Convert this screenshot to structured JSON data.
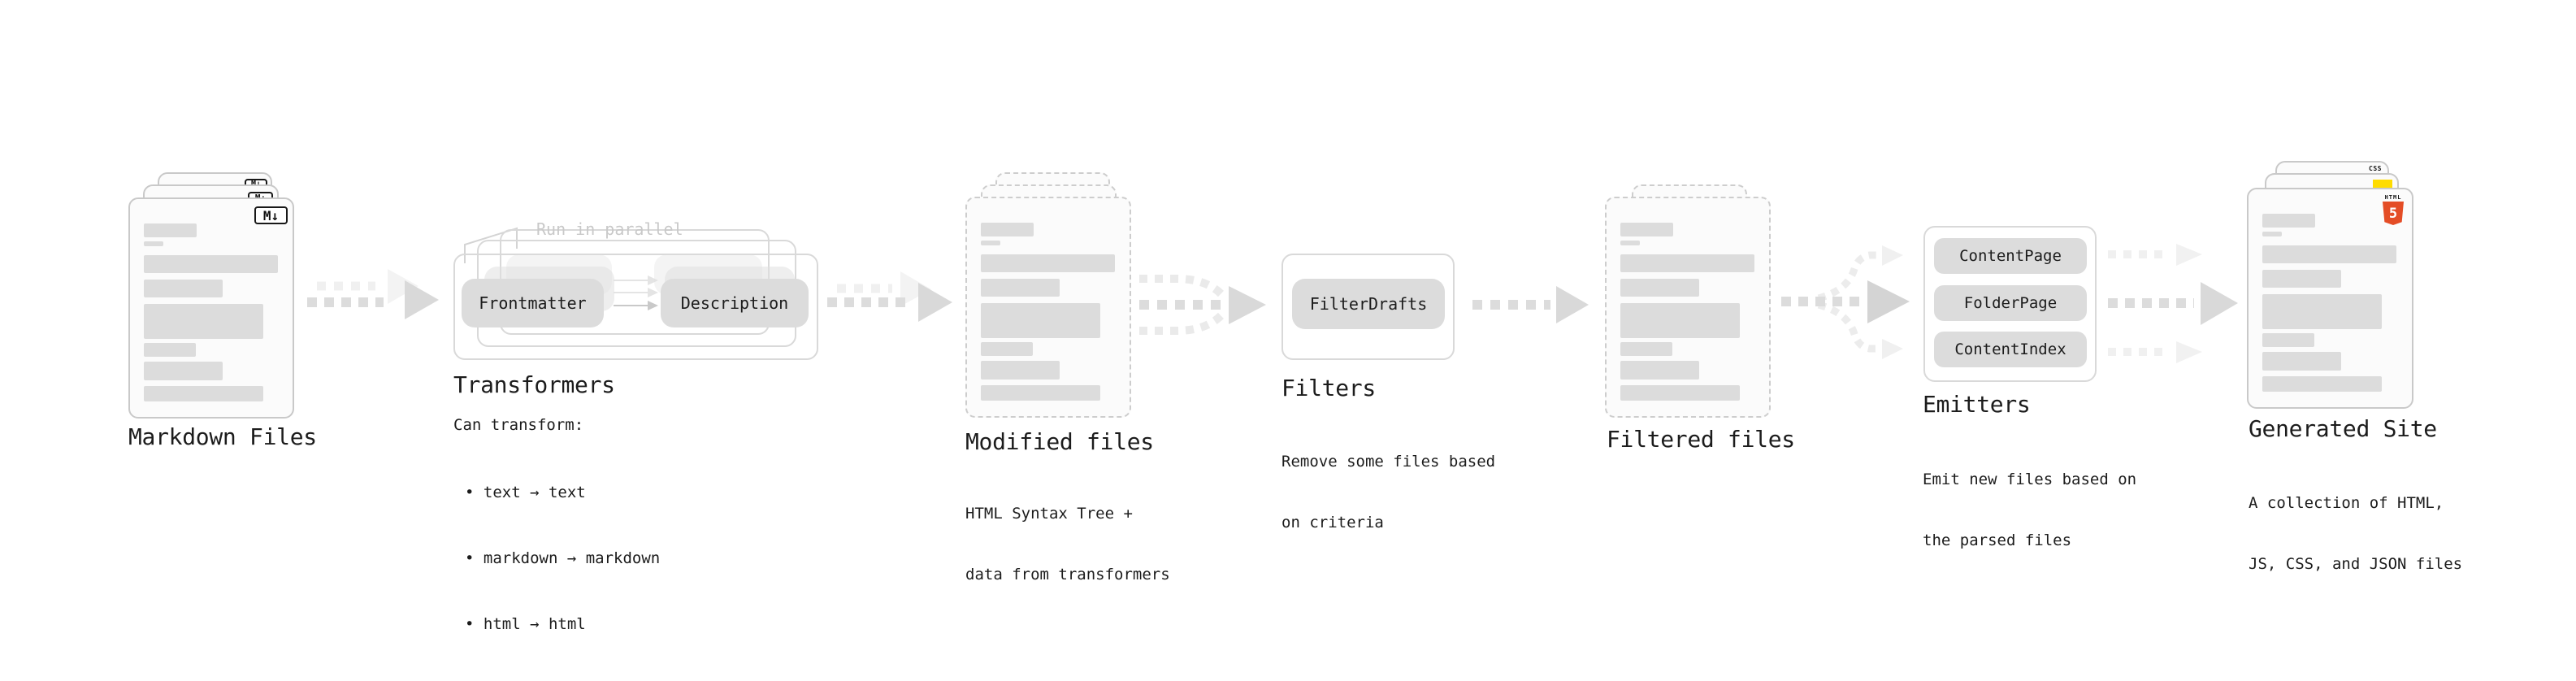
{
  "diagram": {
    "markdown": {
      "title": "Markdown Files"
    },
    "transformers": {
      "title": "Transformers",
      "annotation": "Run in parallel",
      "chips": [
        {
          "label": "Frontmatter"
        },
        {
          "label": "Description"
        }
      ],
      "subtitle": "Can transform:",
      "bullets": [
        "• text → text",
        "• markdown → markdown",
        "• html → html"
      ]
    },
    "modified": {
      "title": "Modified files",
      "description": [
        "HTML Syntax Tree +",
        "data from transformers"
      ]
    },
    "filters": {
      "title": "Filters",
      "chips": [
        {
          "label": "FilterDrafts"
        }
      ],
      "description": [
        "Remove some files based",
        "on criteria"
      ]
    },
    "filtered": {
      "title": "Filtered files"
    },
    "emitters": {
      "title": "Emitters",
      "chips": [
        {
          "label": "ContentPage"
        },
        {
          "label": "FolderPage"
        },
        {
          "label": "ContentIndex"
        }
      ],
      "description": [
        "Emit new files based on",
        "the parsed files"
      ]
    },
    "generated": {
      "title": "Generated Site",
      "description": [
        "A collection of HTML,",
        "JS, CSS, and JSON files"
      ]
    }
  },
  "icons": {
    "markdown_badge": "M↓",
    "html5_word": "HTML",
    "html5_digit": "5",
    "css_word": "CSS"
  },
  "colors": {
    "html5_orange": "#e44d26",
    "js_yellow": "#ffdc00",
    "css_blue": "#2b5fe3",
    "arrow_gray": "#dcdcdc",
    "bar_gray": "#dcdcdc",
    "annotation_gray": "#c9c9c9"
  }
}
